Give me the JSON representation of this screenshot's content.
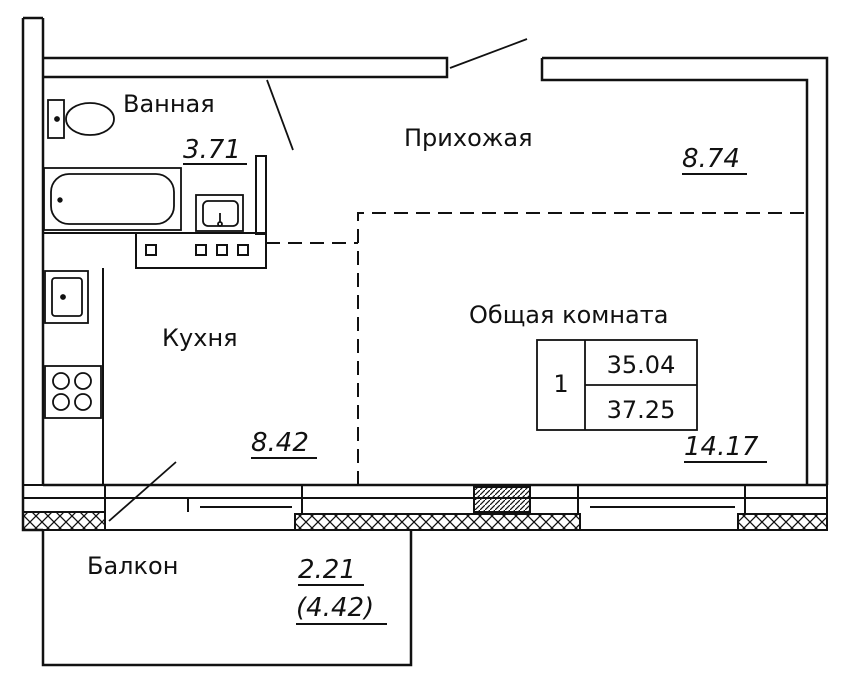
{
  "rooms": {
    "bathroom": {
      "name": "Ванная",
      "area": "3.71"
    },
    "hallway": {
      "name": "Прихожая",
      "area": "8.74"
    },
    "kitchen": {
      "name": "Кухня",
      "area": "8.42"
    },
    "living": {
      "name": "Общая комната",
      "area": "14.17"
    },
    "balcony": {
      "name": "Балкон",
      "area": "2.21",
      "area_reduced": "(4.42)"
    }
  },
  "apartment": {
    "rooms_count": "1",
    "living_area": "35.04",
    "total_area": "37.25"
  },
  "colors": {
    "ink": "#111111",
    "background": "#ffffff"
  }
}
